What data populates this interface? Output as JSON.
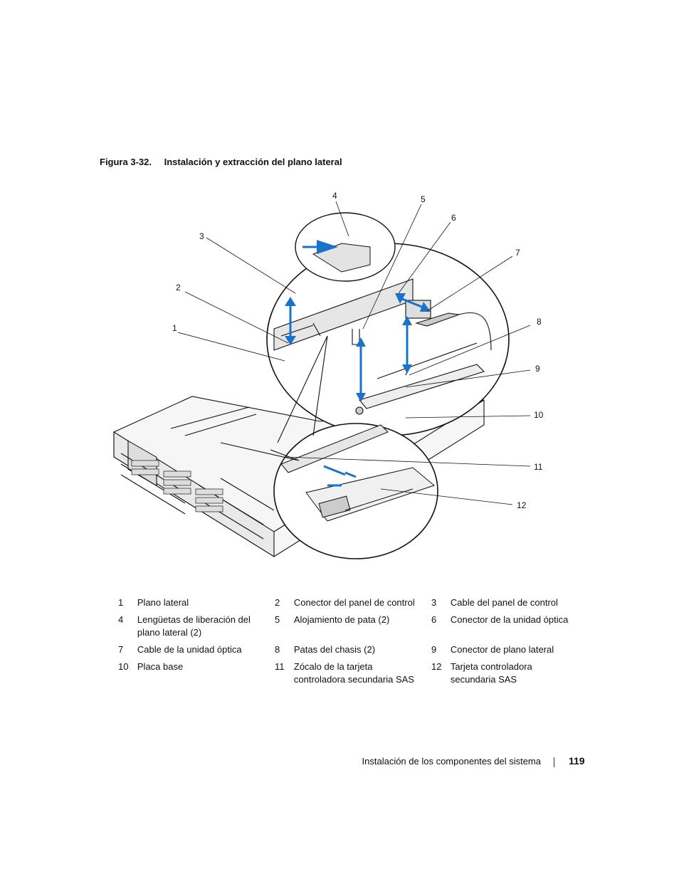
{
  "caption": {
    "number": "Figura 3-32.",
    "title": "Instalación y extracción del plano lateral"
  },
  "callouts": [
    "1",
    "2",
    "3",
    "4",
    "5",
    "6",
    "7",
    "8",
    "9",
    "10",
    "11",
    "12"
  ],
  "legend": [
    [
      {
        "n": "1",
        "t": "Plano lateral"
      },
      {
        "n": "2",
        "t": "Conector del panel de control"
      },
      {
        "n": "3",
        "t": "Cable del panel de control"
      }
    ],
    [
      {
        "n": "4",
        "t": "Lengüetas de liberación del plano lateral (2)"
      },
      {
        "n": "5",
        "t": "Alojamiento de pata (2)"
      },
      {
        "n": "6",
        "t": "Conector de la unidad óptica"
      }
    ],
    [
      {
        "n": "7",
        "t": "Cable de la unidad óptica"
      },
      {
        "n": "8",
        "t": "Patas del chasis (2)"
      },
      {
        "n": "9",
        "t": "Conector de plano lateral"
      }
    ],
    [
      {
        "n": "10",
        "t": "Placa base"
      },
      {
        "n": "11",
        "t": "Zócalo de la tarjeta controladora secundaria SAS"
      },
      {
        "n": "12",
        "t": "Tarjeta controladora secundaria SAS"
      }
    ]
  ],
  "footer": {
    "section": "Instalación de los componentes del sistema",
    "page": "119"
  },
  "colors": {
    "arrow": "#1a73c8",
    "line": "#111111"
  }
}
